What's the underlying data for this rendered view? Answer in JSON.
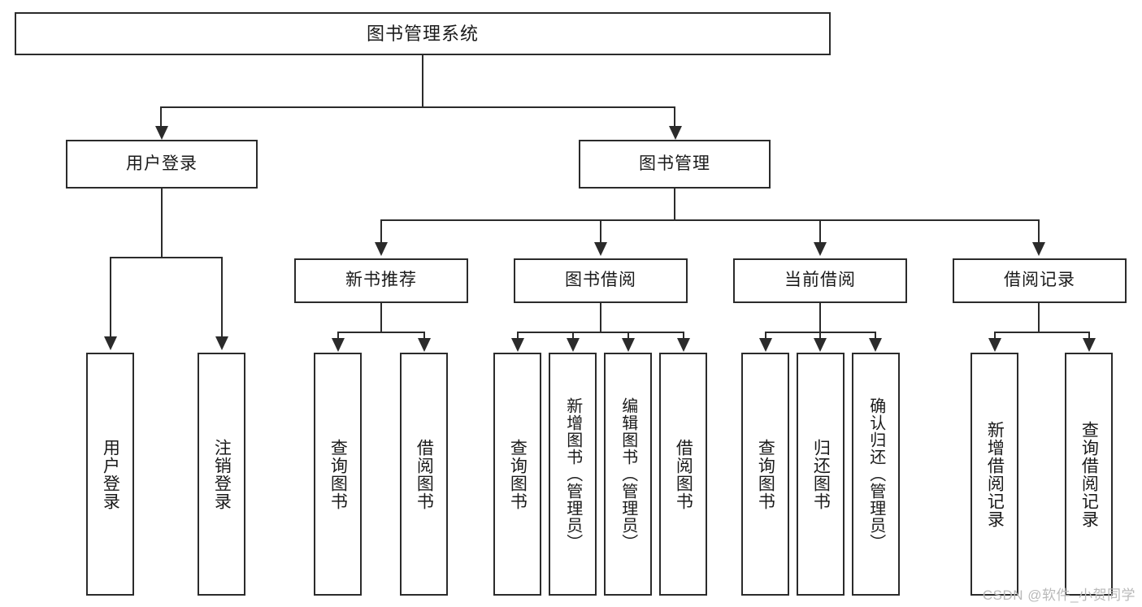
{
  "diagram": {
    "title": "图书管理系统",
    "type": "tree-hierarchy-diagram",
    "root": {
      "label": "图书管理系统"
    },
    "level2": [
      {
        "label": "用户登录"
      },
      {
        "label": "图书管理"
      }
    ],
    "level3": [
      {
        "label": "新书推荐"
      },
      {
        "label": "图书借阅"
      },
      {
        "label": "当前借阅"
      },
      {
        "label": "借阅记录"
      }
    ],
    "leaves": {
      "user_login": [
        {
          "label": "用户登录"
        },
        {
          "label": "注销登录"
        }
      ],
      "new_book": [
        {
          "label": "查询图书"
        },
        {
          "label": "借阅图书"
        }
      ],
      "book_borrow": [
        {
          "label": "查询图书"
        },
        {
          "label": "新增图书（管理员）"
        },
        {
          "label": "编辑图书（管理员）"
        },
        {
          "label": "借阅图书"
        }
      ],
      "current_borrow": [
        {
          "label": "查询图书"
        },
        {
          "label": "归还图书"
        },
        {
          "label": "确认归还（管理员）"
        }
      ],
      "borrow_record": [
        {
          "label": "新增借阅记录"
        },
        {
          "label": "查询借阅记录"
        }
      ]
    }
  },
  "watermark": {
    "text": "CSDN @软件_小贺同学"
  },
  "colors": {
    "stroke": "#2b2b2b",
    "text": "#1a1a1a",
    "background": "#ffffff",
    "watermark": "#b9b9b9"
  }
}
